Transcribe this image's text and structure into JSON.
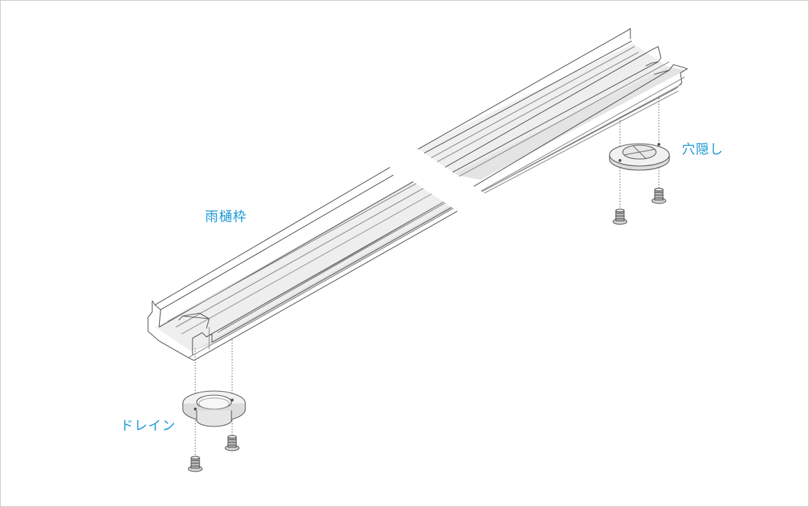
{
  "labels": {
    "gutter_frame": "雨樋枠",
    "hole_cover": "穴隠し",
    "drain": "ドレイン"
  },
  "colors": {
    "label": "#1a9ad6",
    "line": "#555555",
    "frame_border": "#c8c8c8"
  }
}
